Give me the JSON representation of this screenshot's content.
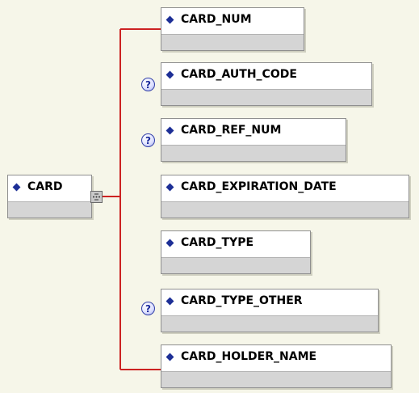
{
  "root": {
    "label": "CARD"
  },
  "children": [
    {
      "label": "CARD_NUM",
      "optional": false
    },
    {
      "label": "CARD_AUTH_CODE",
      "optional": true
    },
    {
      "label": "CARD_REF_NUM",
      "optional": true
    },
    {
      "label": "CARD_EXPIRATION_DATE",
      "optional": false
    },
    {
      "label": "CARD_TYPE",
      "optional": false
    },
    {
      "label": "CARD_TYPE_OTHER",
      "optional": true
    },
    {
      "label": "CARD_HOLDER_NAME",
      "optional": false
    }
  ],
  "optional_marker": "?",
  "colors": {
    "background": "#f6f6e9",
    "connector": "#cc2222",
    "diamond": "#1d2f96",
    "box_footer": "#d5d5d5"
  },
  "icons": {
    "element": "diamond-icon",
    "optional": "optional-question-icon",
    "sequence": "sequence-compositor-icon"
  }
}
